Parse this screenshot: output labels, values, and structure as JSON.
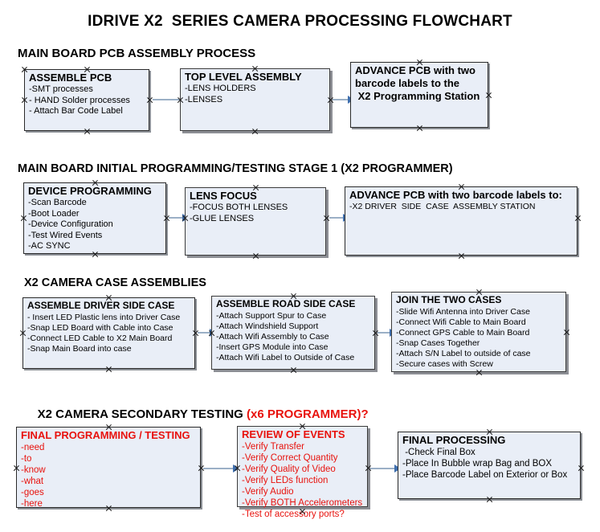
{
  "title": "IDRIVE X2  SERIES CAMERA PROCESSING FLOWCHART",
  "colors": {
    "node_fill": "#e9eef7",
    "node_border": "#2a2a2a",
    "shadow": "#7c808a",
    "arrow_line": "#9bb0c6",
    "arrow_head": "#3f6fae",
    "text": "#000000",
    "accent_red": "#e8120d"
  },
  "sections": [
    {
      "heading": "MAIN BOARD PCB ASSEMBLY PROCESS",
      "heading_accent": "",
      "nodes": [
        {
          "title": "ASSEMBLE PCB",
          "lines": [
            "-SMT processes",
            "- HAND Solder processes",
            "- Attach Bar Code Label"
          ]
        },
        {
          "title": "TOP LEVEL ASSEMBLY",
          "lines": [
            "-LENS HOLDERS",
            "-LENSES"
          ]
        },
        {
          "title": "ADVANCE PCB with two",
          "lines": [
            "barcode labels to the",
            " X2 Programming Station"
          ]
        }
      ]
    },
    {
      "heading": "MAIN BOARD INITIAL PROGRAMMING/TESTING STAGE 1 (X2 PROGRAMMER)",
      "heading_accent": "",
      "nodes": [
        {
          "title": "DEVICE PROGRAMMING",
          "lines": [
            "-Scan Barcode",
            "-Boot Loader",
            "-Device Configuration",
            "-Test Wired Events",
            "-AC SYNC"
          ]
        },
        {
          "title": "LENS FOCUS",
          "lines": [
            "-FOCUS BOTH LENSES",
            "-GLUE LENSES"
          ]
        },
        {
          "title": "ADVANCE PCB with two barcode labels to:",
          "lines": [
            "-X2 DRIVER  SIDE  CASE  ASSEMBLY STATION"
          ]
        }
      ]
    },
    {
      "heading": "X2 CAMERA CASE ASSEMBLIES",
      "heading_accent": "",
      "nodes": [
        {
          "title": "ASSEMBLE DRIVER SIDE CASE",
          "lines": [
            "- Insert LED Plastic lens into Driver Case",
            "-Snap LED Board with Cable into Case",
            "-Connect LED Cable to X2 Main Board",
            "-Snap Main Board into case"
          ]
        },
        {
          "title": "ASSEMBLE ROAD SIDE CASE",
          "lines": [
            "-Attach Support Spur to Case",
            "-Attach Windshield Support",
            "-Attach Wifi Assembly to Case",
            "-Insert GPS Module into Case",
            "-Attach Wifi Label to Outside of Case"
          ]
        },
        {
          "title": "JOIN THE TWO CASES",
          "lines": [
            "-Slide Wifi Antenna into Driver Case",
            "-Connect Wifi Cable to Main Board",
            "-Connect GPS Cable to Main Board",
            "-Snap Cases Together",
            "-Attach S/N Label to outside of case",
            "-Secure cases with Screw"
          ]
        }
      ]
    },
    {
      "heading": "X2 CAMERA SECONDARY TESTING ",
      "heading_accent": "(x6 PROGRAMMER)?",
      "nodes": [
        {
          "title": "FINAL PROGRAMMING / TESTING",
          "lines": [
            "-need",
            "-to",
            "-know",
            "-what",
            "-goes",
            "-here"
          ]
        },
        {
          "title": "REVIEW OF EVENTS",
          "lines": [
            "-Verify Transfer",
            "-Verify Correct Quantity",
            "-Verify Quality of Video",
            "-Verify LEDs function",
            "-Verify Audio",
            "-Verify BOTH Accelerometers",
            "-Test of accessory ports?"
          ]
        },
        {
          "title": "FINAL PROCESSING",
          "lines": [
            " -Check Final Box",
            "-Place In Bubble wrap Bag and BOX",
            "-Place Barcode Label on Exterior or Box"
          ]
        }
      ]
    }
  ]
}
